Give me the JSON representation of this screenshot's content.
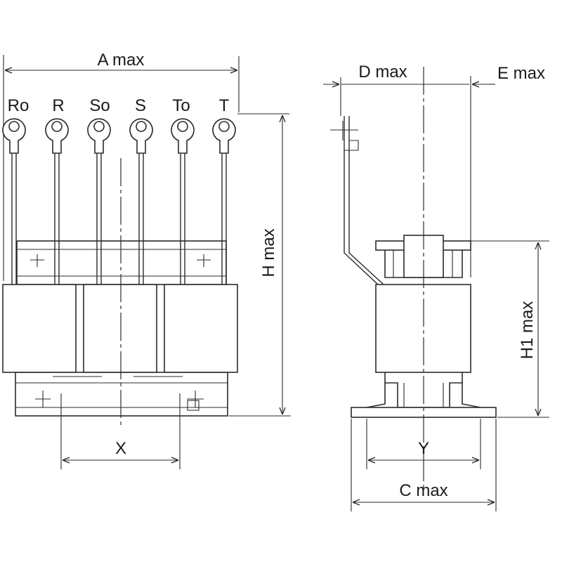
{
  "terminals": [
    "Ro",
    "R",
    "So",
    "S",
    "To",
    "T"
  ],
  "dimensions": {
    "a_max": "A max",
    "h_max": "H max",
    "x": "X",
    "d_max": "D max",
    "e_max": "E max",
    "h1_max": "H1 max",
    "y": "Y",
    "c_max": "C max"
  }
}
